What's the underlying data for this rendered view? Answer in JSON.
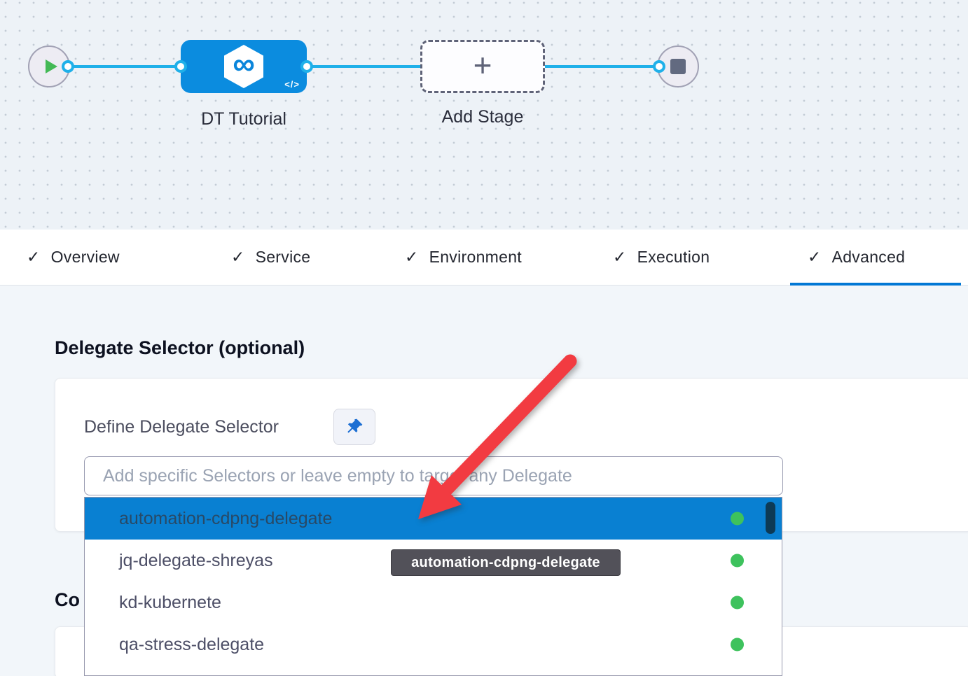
{
  "canvas": {
    "stage_label": "DT Tutorial",
    "add_stage_label": "Add Stage"
  },
  "icons": {
    "check": "✓",
    "plus": "+",
    "code": "</>",
    "infinity": "∞"
  },
  "tabs": [
    {
      "label": "Overview",
      "checked": true,
      "active": false
    },
    {
      "label": "Service",
      "checked": true,
      "active": false
    },
    {
      "label": "Environment",
      "checked": true,
      "active": false
    },
    {
      "label": "Execution",
      "checked": true,
      "active": false
    },
    {
      "label": "Advanced",
      "checked": true,
      "active": true
    }
  ],
  "advanced": {
    "heading": "Delegate Selector (optional)",
    "define_label": "Define Delegate Selector",
    "input_placeholder": "Add specific Selectors or leave empty to target any Delegate",
    "input_value": "",
    "partial_heading": "Co"
  },
  "dropdown": {
    "items": [
      {
        "label": "automation-cdpng-delegate",
        "status": "connected",
        "selected": true
      },
      {
        "label": "jq-delegate-shreyas",
        "status": "connected",
        "selected": false
      },
      {
        "label": "kd-kubernete",
        "status": "connected",
        "selected": false
      },
      {
        "label": "qa-stress-delegate",
        "status": "connected",
        "selected": false
      }
    ]
  },
  "tooltip": {
    "text": "automation-cdpng-delegate"
  },
  "colors": {
    "accent_blue": "#0278d5",
    "node_blue": "#0b8cdf",
    "edge_blue": "#1fb0e9",
    "selected_row_blue": "#0980d2",
    "status_green": "#3ec25d",
    "arrow_red": "#f23b41",
    "scrollbar_navy": "#0d3a55",
    "tooltip_bg": "#525159",
    "canvas_bg": "#edf2f7",
    "content_bg": "#f2f6fa"
  }
}
